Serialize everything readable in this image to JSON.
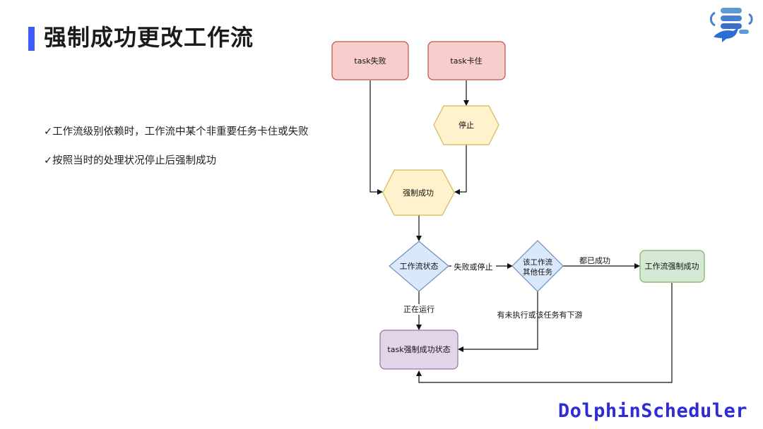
{
  "slide": {
    "title": "强制成功更改工作流",
    "bullets": [
      "✓工作流级别依赖时，工作流中某个非重要任务卡住或失败",
      "✓按照当时的处理状况停止后强制成功"
    ],
    "brand": "DolphinScheduler"
  },
  "diagram": {
    "nodes": {
      "task_failed": "task失败",
      "task_stuck": "task卡住",
      "stop": "停止",
      "force_success": "强制成功",
      "workflow_status": "工作流状态",
      "other_tasks": [
        "该工作流",
        "其他任务"
      ],
      "workflow_force_success": "工作流强制成功",
      "task_force_success_status": "task强制成功状态"
    },
    "edges": {
      "failed_or_stopped": "失败或停止",
      "all_succeeded": "都已成功",
      "running": "正在运行",
      "unexecuted_or_downstream": "有未执行或该任务有下游"
    }
  },
  "colors": {
    "accent": "#3d5afe",
    "red_fill": "#f8cecc",
    "red_stroke": "#b85450",
    "yellow_fill": "#fff2cc",
    "yellow_stroke": "#d6b656",
    "blue_fill": "#dae8fc",
    "blue_stroke": "#6c8ebf",
    "green_fill": "#d5e8d4",
    "green_stroke": "#82b366",
    "purple_fill": "#e1d5e7",
    "purple_stroke": "#9673a6",
    "brand": "#2f2bd6"
  },
  "icons": [
    "dolphin-logo-icon"
  ]
}
